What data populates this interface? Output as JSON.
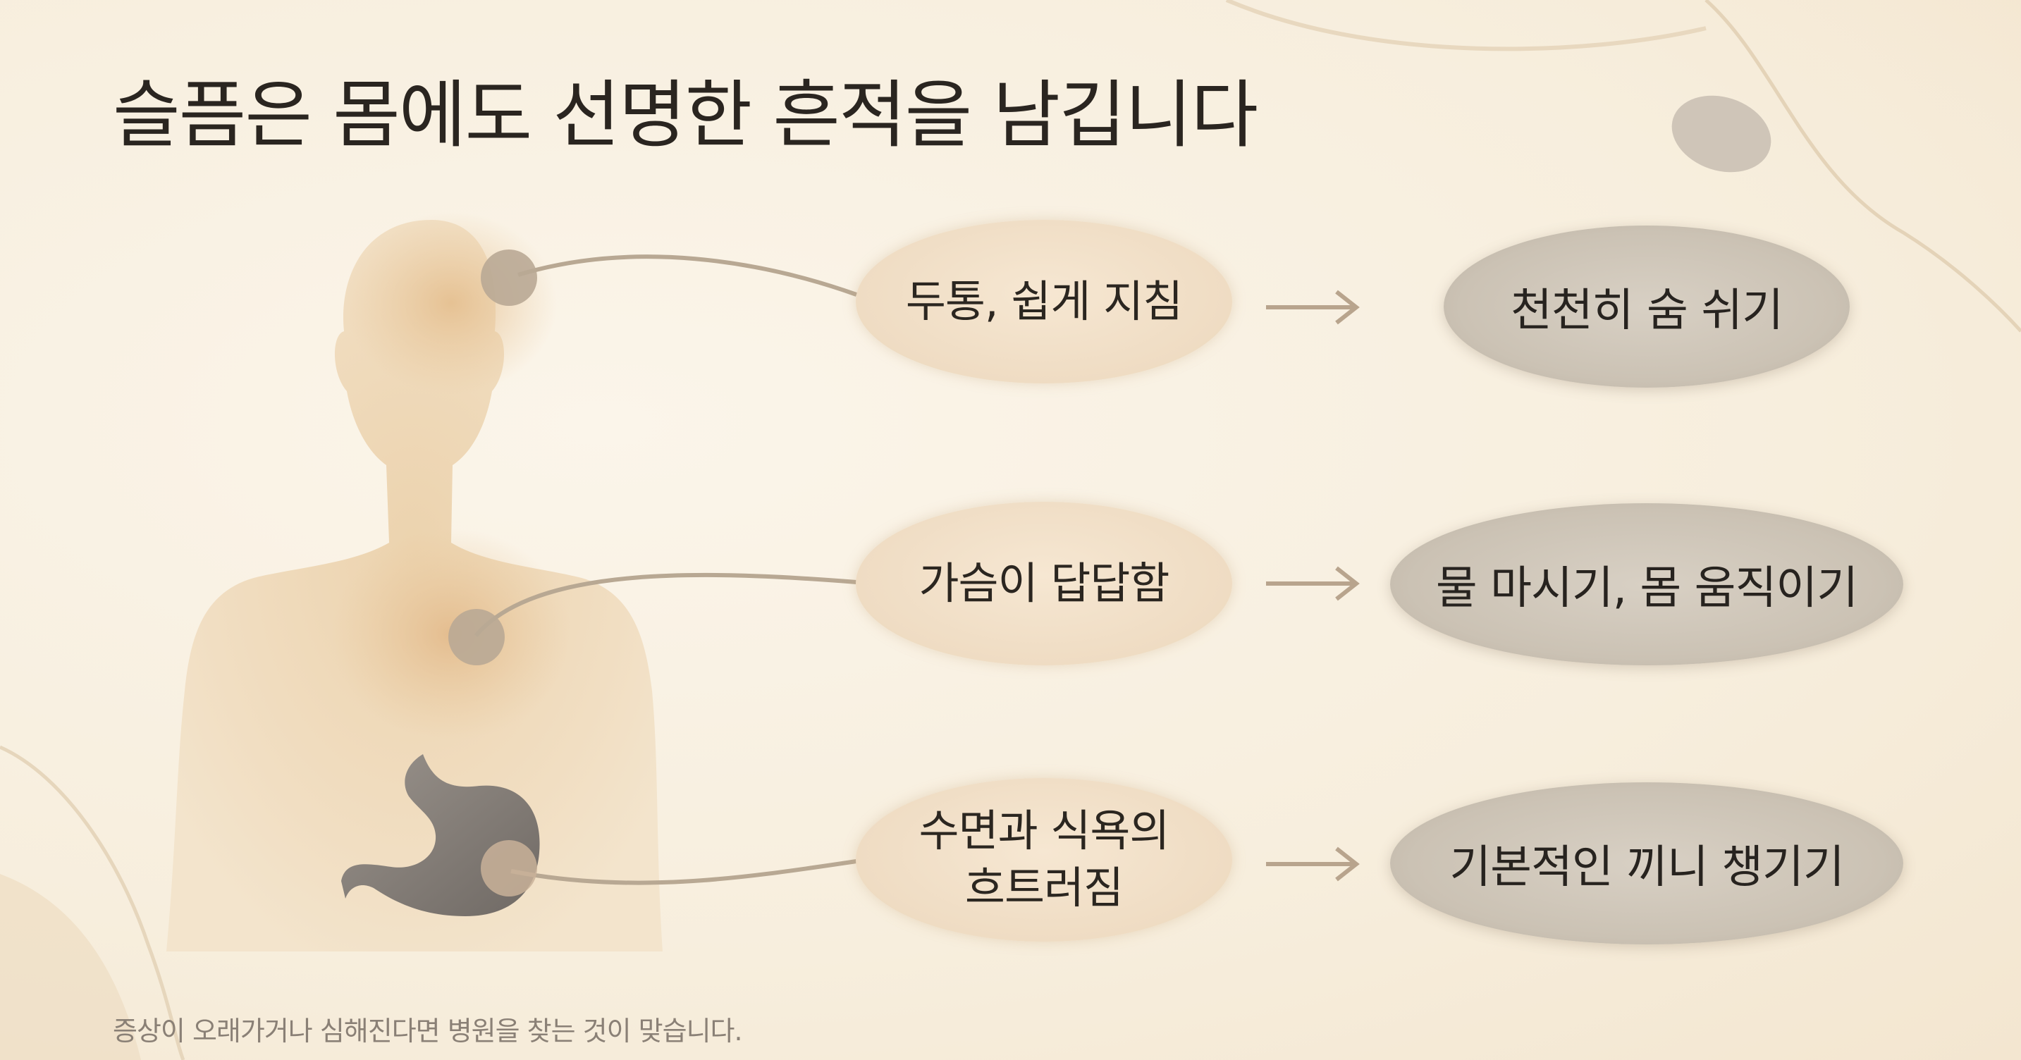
{
  "title": "슬픔은 몸에도 선명한 흔적을 남깁니다",
  "pairs": [
    {
      "symptom": "두통, 쉽게 지침",
      "remedy": "천천히 숨 쉬기"
    },
    {
      "symptom": "가슴이 답답함",
      "remedy": "물 마시기, 몸 움직이기"
    },
    {
      "symptom": "수면과 식욕의\n흐트러짐",
      "remedy": "기본적인 끼니 챙기기"
    }
  ],
  "footnote": "증상이 오래가거나 심해진다면 병원을 찾는 것이 맞습니다.",
  "colors": {
    "background": "#f8f0e1",
    "body_silhouette": "#efd9b8",
    "hotspot": "#b9a895",
    "stomach": "#7d7772",
    "symptom_bubble": "#efdcc3",
    "remedy_bubble": "#cbc2b4",
    "arrow": "#b8a48d"
  },
  "icons": {
    "body": "human-torso-silhouette",
    "stomach": "stomach-icon",
    "arrow": "right-arrow-icon"
  }
}
